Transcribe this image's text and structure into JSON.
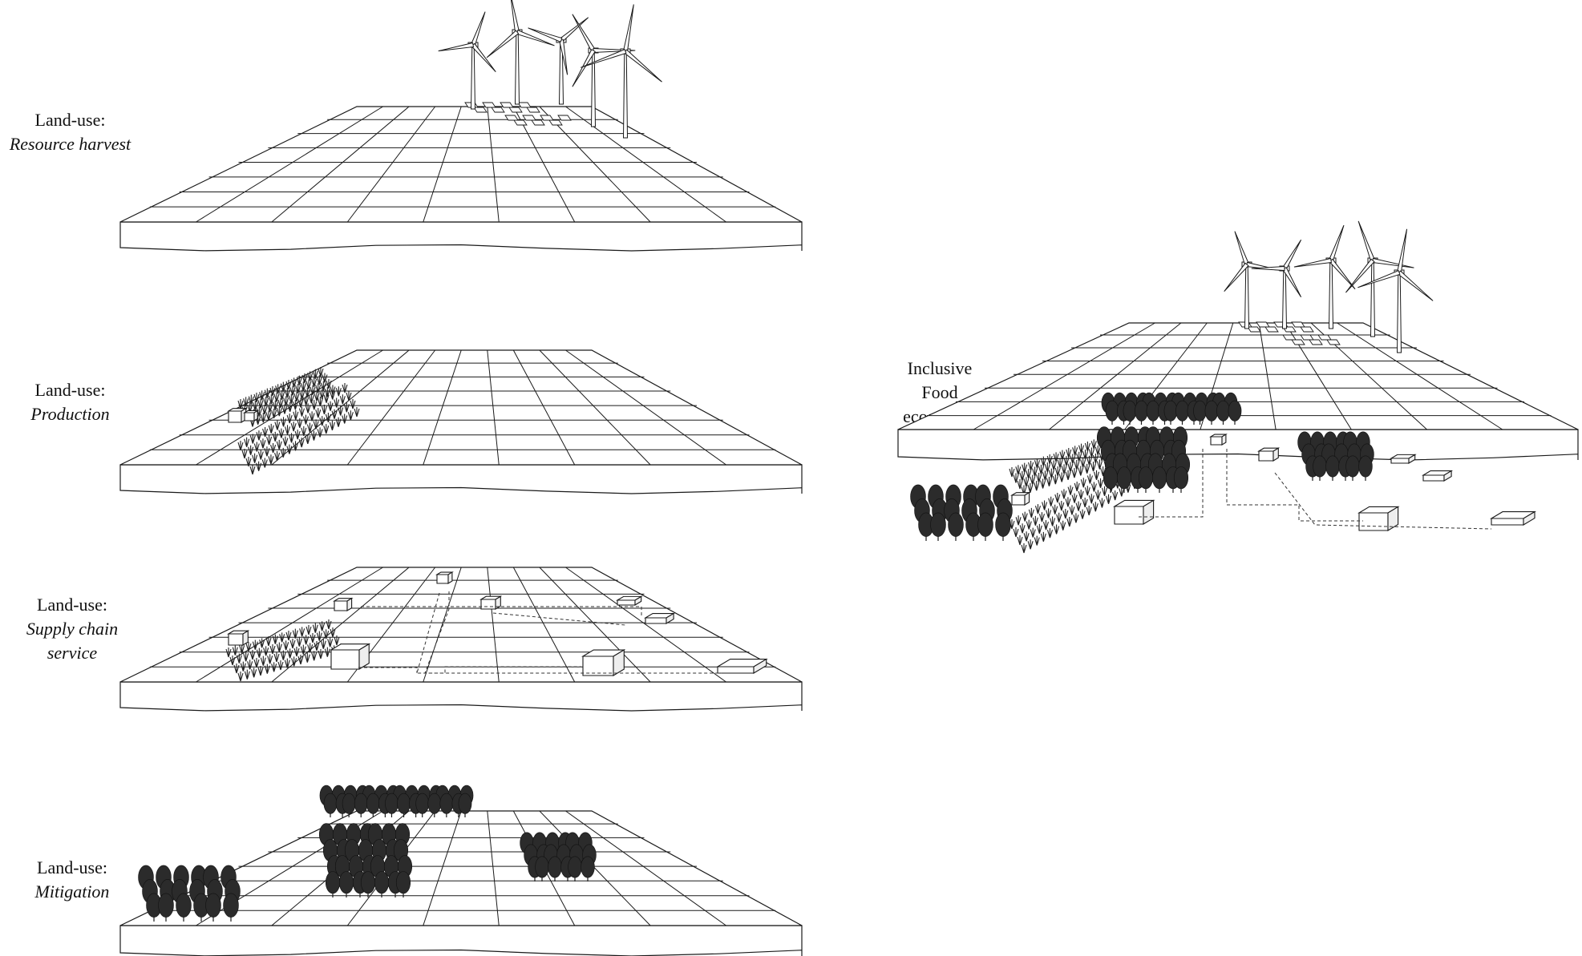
{
  "labels": {
    "resource_harvest": {
      "line1": "Land-use:",
      "line2": "Resource harvest"
    },
    "production": {
      "line1": "Land-use:",
      "line2": "Production"
    },
    "supply_chain": {
      "line1": "Land-use:",
      "line2": "Supply chain",
      "line3": "service"
    },
    "mitigation": {
      "line1": "Land-use:",
      "line2": "Mitigation"
    },
    "ecosystem": {
      "line1": "Inclusive",
      "line2": "Food",
      "line3": "ecosystem"
    }
  },
  "colors": {
    "line": "#1a1a1a",
    "tree": "#2b2b2b",
    "ground": "#ffffff"
  }
}
